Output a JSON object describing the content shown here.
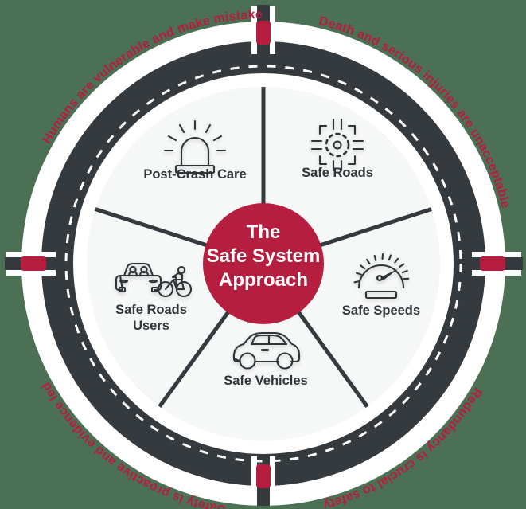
{
  "background_color": "#4b7053",
  "colors": {
    "accent_red": "#b51e3f",
    "ring_dark": "#343a3e",
    "ring_white": "#ffffff",
    "panel": "#f6f7f7",
    "text_dark": "#2f3539"
  },
  "center": {
    "line1": "The",
    "line2": "Safe System",
    "line3": "Approach"
  },
  "segments": [
    {
      "id": "post-crash-care",
      "label": "Post-Crash Care",
      "label_lines": [
        "Post-Crash Care"
      ],
      "icon": "emergency-beacon-icon"
    },
    {
      "id": "safe-roads",
      "label": "Safe Roads",
      "label_lines": [
        "Safe Roads"
      ],
      "icon": "roundabout-icon"
    },
    {
      "id": "safe-speeds",
      "label": "Safe Speeds",
      "label_lines": [
        "Safe Speeds"
      ],
      "icon": "speedometer-icon"
    },
    {
      "id": "safe-vehicles",
      "label": "Safe Vehicles",
      "label_lines": [
        "Safe Vehicles"
      ],
      "icon": "car-side-icon"
    },
    {
      "id": "safe-roads-users",
      "label": "Safe Roads Users",
      "label_lines": [
        "Safe Roads",
        "Users"
      ],
      "icon": "car-front-and-cyclist-icon"
    }
  ],
  "ring_principles": [
    {
      "id": "humans-vulnerable",
      "text": "Humans are vulnerable and make mistakes",
      "position": "top-left"
    },
    {
      "id": "death-unacceptable",
      "text": "Death and serious injuries are unacceptable",
      "position": "top-right"
    },
    {
      "id": "redundancy-crucial",
      "text": "Redundancy is crucial to safety",
      "position": "bottom-right"
    },
    {
      "id": "safety-proactive",
      "text": "Safety is proactive and evidence led",
      "position": "bottom-left"
    }
  ]
}
